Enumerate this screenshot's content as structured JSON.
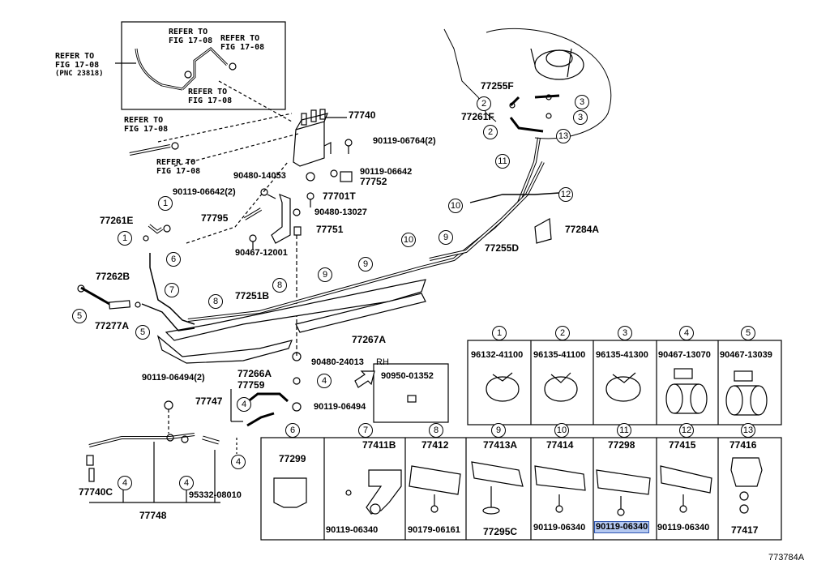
{
  "diagram_id": "773784A",
  "refer_notes": {
    "top_left": [
      "REFER TO",
      "FIG 17-08",
      "(PNC 23818)"
    ],
    "box_a": [
      "REFER TO",
      "FIG 17-08"
    ],
    "box_b": [
      "REFER TO",
      "FIG 17-08"
    ],
    "box_c": [
      "REFER TO",
      "FIG 17-08"
    ],
    "mid_a": [
      "REFER TO",
      "FIG 17-08"
    ],
    "mid_b": [
      "REFER TO",
      "FIG 17-08"
    ]
  },
  "labels": {
    "p77740": "77740",
    "p90119_06764": "90119-06764(2)",
    "p90480_14053": "90480-14053",
    "p90119_06642": "90119-06642",
    "p77752": "77752",
    "p90119_06642_2": "90119-06642(2)",
    "p77701T": "77701T",
    "p90480_13027": "90480-13027",
    "p77795": "77795",
    "p77751": "77751",
    "p77261E": "77261E",
    "p90467_12001": "90467-12001",
    "p77262B": "77262B",
    "p77251B": "77251B",
    "p77277A": "77277A",
    "p77267A": "77267A",
    "p77266A": "77266A",
    "p90480_24013": "90480-24013",
    "rh": "RH",
    "p90950_01352": "90950-01352",
    "p90119_06494_2": "90119-06494(2)",
    "p77759": "77759",
    "p77747": "77747",
    "p90119_06494": "90119-06494",
    "p77740C": "77740C",
    "p95332_08010": "95332-08010",
    "p77748": "77748",
    "p77255F": "77255F",
    "p77261F": "77261F",
    "p77284A": "77284A",
    "p77255D": "77255D"
  },
  "callouts": {
    "n1": "1",
    "n2": "2",
    "n3": "3",
    "n4": "4",
    "n5": "5",
    "n6": "6",
    "n7": "7",
    "n8": "8",
    "n9": "9",
    "n10": "10",
    "n11": "11",
    "n12": "12",
    "n13": "13"
  },
  "table_top": [
    {
      "num": "1",
      "part": "96132-41100"
    },
    {
      "num": "2",
      "part": "96135-41100"
    },
    {
      "num": "3",
      "part": "96135-41300"
    },
    {
      "num": "4",
      "part": "90467-13070"
    },
    {
      "num": "5",
      "part": "90467-13039"
    }
  ],
  "table_bottom": [
    {
      "num": "6",
      "part": "77299",
      "sub": ""
    },
    {
      "num": "7",
      "part": "77411B",
      "sub": "90119-06340"
    },
    {
      "num": "8",
      "part": "77412",
      "sub": "90179-06161"
    },
    {
      "num": "9",
      "part": "77413A",
      "sub": "77295C"
    },
    {
      "num": "10",
      "part": "77414",
      "sub": "90119-06340"
    },
    {
      "num": "11",
      "part": "77298",
      "sub": "90119-06340"
    },
    {
      "num": "12",
      "part": "77415",
      "sub": "90119-06340"
    },
    {
      "num": "13",
      "part": "77416",
      "sub": "77417"
    }
  ],
  "highlight_color": "#b4c8f0"
}
